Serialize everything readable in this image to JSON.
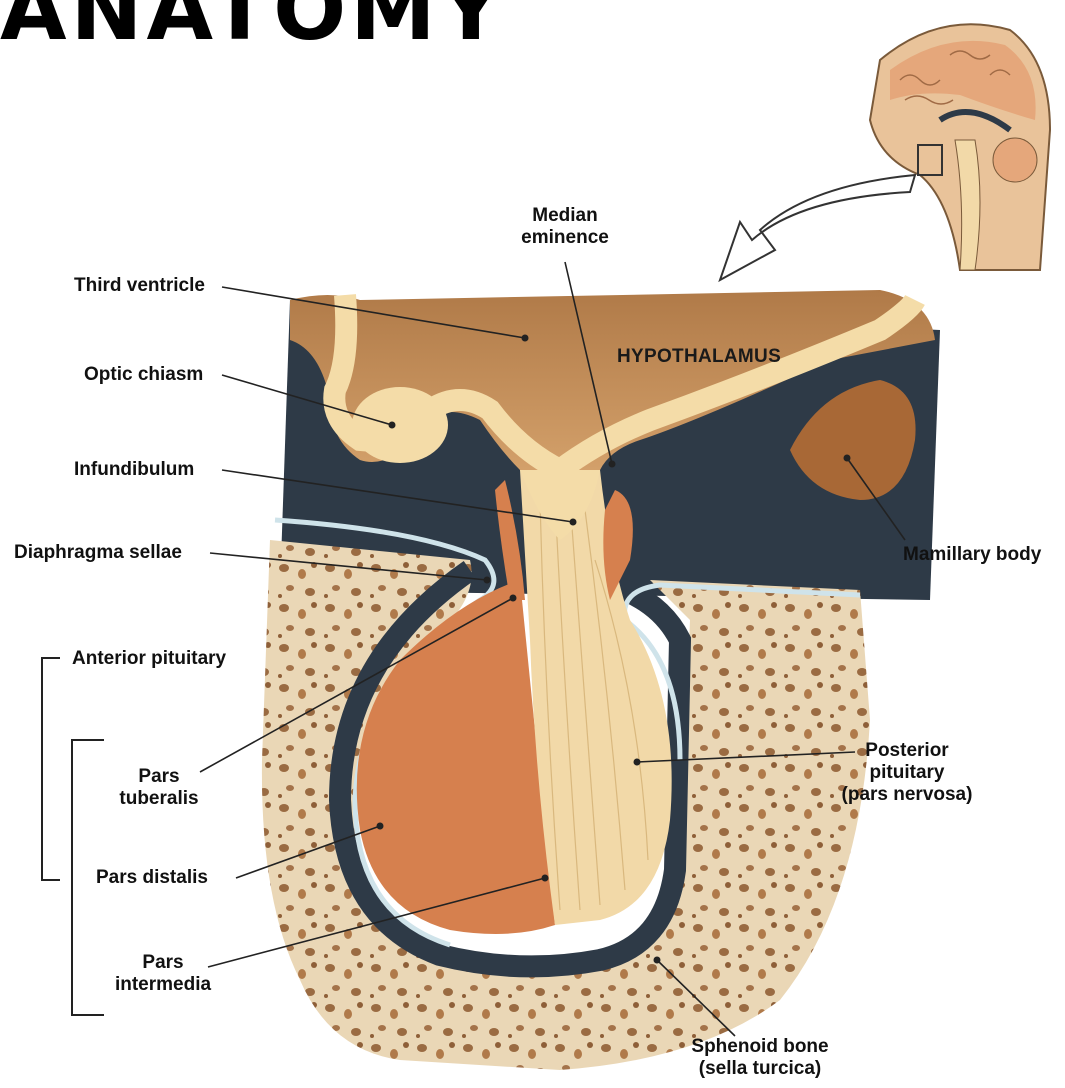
{
  "title_partial": "ANATOMY",
  "region_label": "HYPOTHALAMUS",
  "labels": {
    "median_eminence_1": "Median",
    "median_eminence_2": "eminence",
    "third_ventricle": "Third ventricle",
    "optic_chiasm": "Optic chiasm",
    "infundibulum": "Infundibulum",
    "diaphragma_sellae": "Diaphragma sellae",
    "mamillary_body": "Mamillary body",
    "anterior_pituitary": "Anterior pituitary",
    "pars_tuberalis_1": "Pars",
    "pars_tuberalis_2": "tuberalis",
    "pars_distalis": "Pars distalis",
    "pars_intermedia_1": "Pars",
    "pars_intermedia_2": "intermedia",
    "posterior_pituitary_1": "Posterior",
    "posterior_pituitary_2": "pituitary",
    "posterior_pituitary_3": "(pars nervosa)",
    "sphenoid_bone_1": "Sphenoid bone",
    "sphenoid_bone_2": "(sella turcica)"
  },
  "colors": {
    "hypothalamus": "#c9905a",
    "anterior_lobe": "#d6804e",
    "posterior_lobe": "#f2d9a8",
    "bone": "#ead7b6",
    "dark_space": "#2e3a47",
    "membrane": "#cfe3ea"
  }
}
